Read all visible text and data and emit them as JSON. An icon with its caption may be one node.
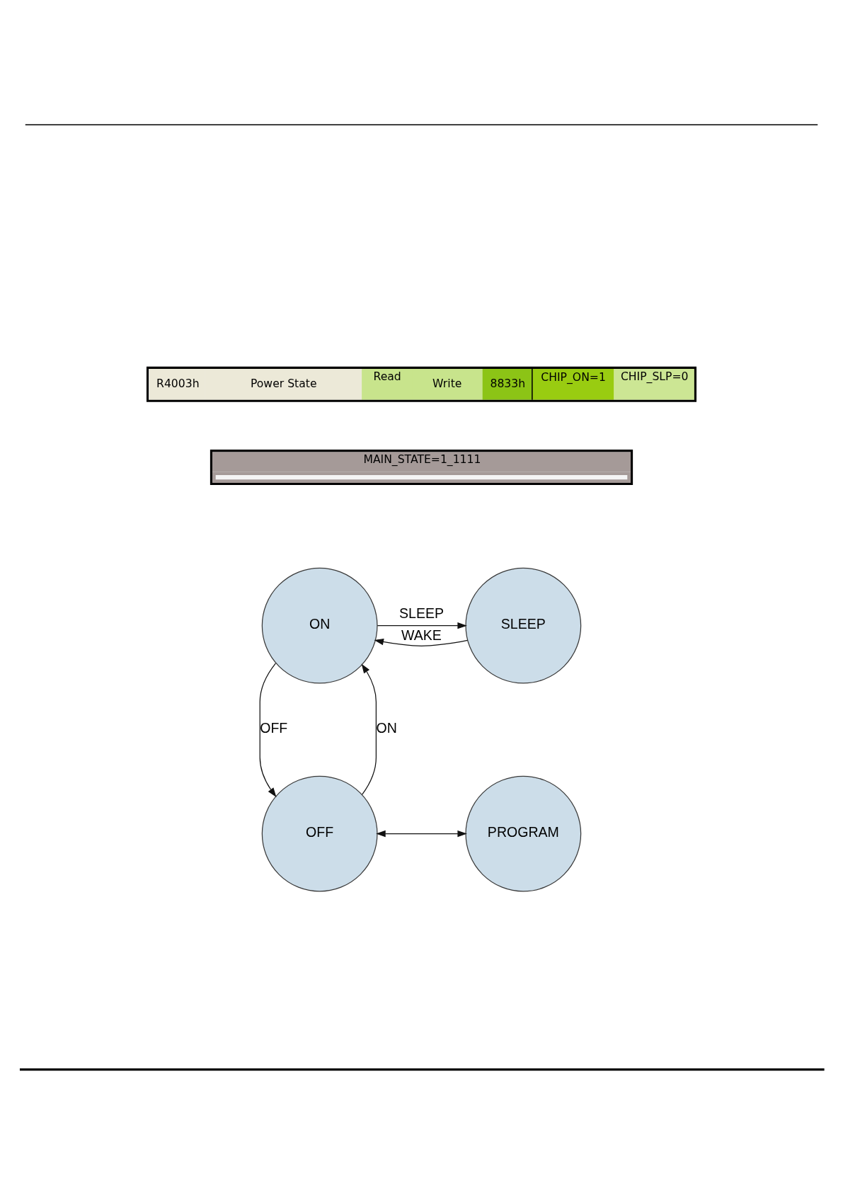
{
  "diagram": {
    "nodes": [
      {
        "text": [
          "ON"
        ]
      },
      {
        "text": [
          "SLEEP"
        ]
      },
      {
        "text": [
          "OFF"
        ]
      },
      {
        "text": [
          "PROGRAM"
        ]
      }
    ],
    "edges": [
      {
        "from": 1,
        "to": 0,
        "arrow": "to",
        "label": "WAKE"
      },
      {
        "from": 0,
        "to": 1,
        "arrow": "to",
        "label": "SLEEP"
      },
      {
        "from": 0,
        "to": 2,
        "arrow": "to",
        "label": "OFF"
      },
      {
        "from": 2,
        "to": 0,
        "arrow": "to",
        "label": "ON"
      },
      {
        "from": 2,
        "to": 3,
        "arrow": "both"
      }
    ],
    "labels": [
      "R4003h",
      "Power State",
      "Read",
      "Write",
      "8833h",
      "CHIP_ON=1",
      "CHIP_SLP=0",
      "MAIN_STATE=1_1111"
    ]
  }
}
